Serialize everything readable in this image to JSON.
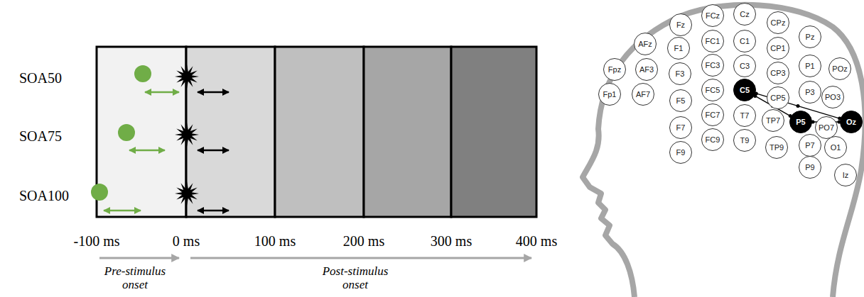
{
  "diagram": {
    "nodes": [
      {
        "text": [
          "Fz"
        ]
      },
      {
        "text": [
          "FCz"
        ]
      },
      {
        "text": [
          "Cz"
        ]
      },
      {
        "text": [
          "CPz"
        ]
      },
      {
        "text": [
          "Pz"
        ]
      },
      {
        "text": [
          "AFz"
        ]
      },
      {
        "text": [
          "F1"
        ]
      },
      {
        "text": [
          "FC1"
        ]
      },
      {
        "text": [
          "C1"
        ]
      },
      {
        "text": [
          "CP1"
        ]
      },
      {
        "text": [
          "POz"
        ]
      },
      {
        "text": [
          "Fpz"
        ]
      },
      {
        "text": [
          "AF3"
        ]
      },
      {
        "text": [
          "F3"
        ]
      },
      {
        "text": [
          "FC3"
        ]
      },
      {
        "text": [
          "C3"
        ]
      },
      {
        "text": [
          "CP3"
        ]
      },
      {
        "text": [
          "P1"
        ]
      },
      {
        "text": [
          "Fp1"
        ]
      },
      {
        "text": [
          "AF7"
        ]
      },
      {
        "text": [
          "F5"
        ]
      },
      {
        "text": [
          "FC5"
        ]
      },
      {
        "text": [
          "C5"
        ]
      },
      {
        "text": [
          "CP5"
        ]
      },
      {
        "text": [
          "P3"
        ]
      },
      {
        "text": [
          "PO3"
        ]
      },
      {
        "text": [
          "F7"
        ]
      },
      {
        "text": [
          "FC7"
        ]
      },
      {
        "text": [
          "T7"
        ]
      },
      {
        "text": [
          "TP7"
        ]
      },
      {
        "text": [
          "P5"
        ]
      },
      {
        "text": [
          "PO7"
        ]
      },
      {
        "text": [
          "Oz"
        ]
      },
      {
        "text": [
          "F9"
        ]
      },
      {
        "text": [
          "FC9"
        ]
      },
      {
        "text": [
          "T9"
        ]
      },
      {
        "text": [
          "TP9"
        ]
      },
      {
        "text": [
          "P7"
        ]
      },
      {
        "text": [
          "O1"
        ]
      },
      {
        "text": [
          "P9"
        ]
      },
      {
        "text": [
          "Iz"
        ]
      }
    ],
    "edges": [
      {
        "from": 22,
        "to": 32,
        "arrow": "none"
      },
      {
        "from": 22,
        "to": 30,
        "arrow": "none"
      },
      {
        "from": 30,
        "to": 32,
        "arrow": "none"
      }
    ],
    "labels": [
      "SOA50",
      "SOA75",
      "SOA100",
      "-100 ms",
      "0 ms",
      "100 ms",
      "200 ms",
      "300 ms",
      "400 ms",
      "Pre-stimulus onset",
      "Post-stimulus onset"
    ]
  }
}
